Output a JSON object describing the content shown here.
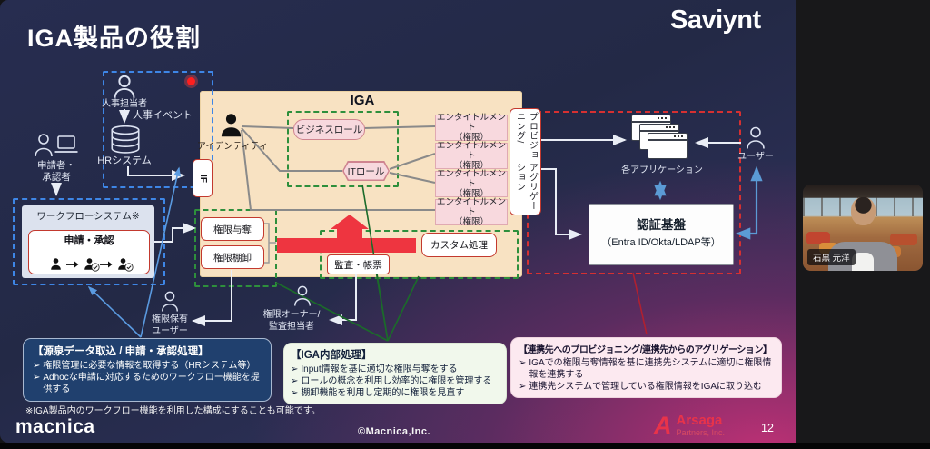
{
  "slide": {
    "title": "IGA製品の役割",
    "brand_logo": "Saviynt",
    "hr": {
      "actor": "人事担当者",
      "event": "人事イベント",
      "system": "HRシステム"
    },
    "requester": {
      "line1": "申請者・",
      "line2": "承認者"
    },
    "workflow": {
      "title": "ワークフローシステム※",
      "approval": "申請・承認"
    },
    "if_label": "IF",
    "iga": {
      "title": "IGA",
      "identity": "アイデンティティ",
      "business_role": "ビジネスロール",
      "it_role": "ITロール",
      "entitlement_line1": "エンタイトルメント",
      "entitlement_line2": "（権限）",
      "grant": "権限与奪",
      "inventory": "権限棚卸",
      "audit": "監査・帳票",
      "custom": "カスタム処理"
    },
    "provisioning": {
      "line1": "プロビジョニング/",
      "line2": "アグリゲーション"
    },
    "targets": {
      "apps": "各アプリケーション",
      "user": "ユーザー",
      "auth_line1": "認証基盤",
      "auth_line2": "（Entra ID/Okta/LDAP等）"
    },
    "people": {
      "owner_line1": "権限オーナー/",
      "owner_line2": "監査担当者",
      "holder_line1": "権限保有",
      "holder_line2": "ユーザー"
    },
    "bullet_marker": "➢",
    "callout_source": {
      "heading": "【源泉データ取込 / 申請・承認処理】",
      "bullets": [
        "権限管理に必要な情報を取得する（HRシステム等）",
        "Adhocな申請に対応するためのワークフロー機能を提供する"
      ]
    },
    "callout_internal": {
      "heading": "【IGA内部処理】",
      "bullets": [
        "Input情報を基に適切な権限与奪をする",
        "ロールの概念を利用し効率的に権限を管理する",
        "棚卸機能を利用し定期的に権限を見直す"
      ]
    },
    "callout_provisioning": {
      "heading": "【連携先へのプロビジョニング/連携先からのアグリゲーション】",
      "bullets": [
        "IGAでの権限与奪情報を基に連携先システムに適切に権限情報を連携する",
        "連携先システムで管理している権限情報をIGAに取り込む"
      ]
    },
    "footnote": "※IGA製品内のワークフロー機能を利用した構成にすることも可能です。",
    "footer": {
      "logo": "macnica",
      "copyright": "©Macnica,Inc.",
      "partner": "Arsaga",
      "partner_sub": "Partners, Inc.",
      "page_number": "12"
    }
  },
  "video_panel": {
    "participant_name": "石黒 元洋"
  },
  "colors": {
    "slide_navy": "#232946",
    "slide_magenta": "#a73168",
    "iga_beige": "#f8e2c2",
    "box_border_red": "#c3392e",
    "pink_box": "#f8d9de",
    "dash_blue": "#3e86e6",
    "dash_green": "#2e8f3c",
    "dash_red": "#d63031",
    "arrow_red": "#ee3540",
    "callout_navy": "#20406e",
    "arsaga_red": "#e8334a"
  }
}
